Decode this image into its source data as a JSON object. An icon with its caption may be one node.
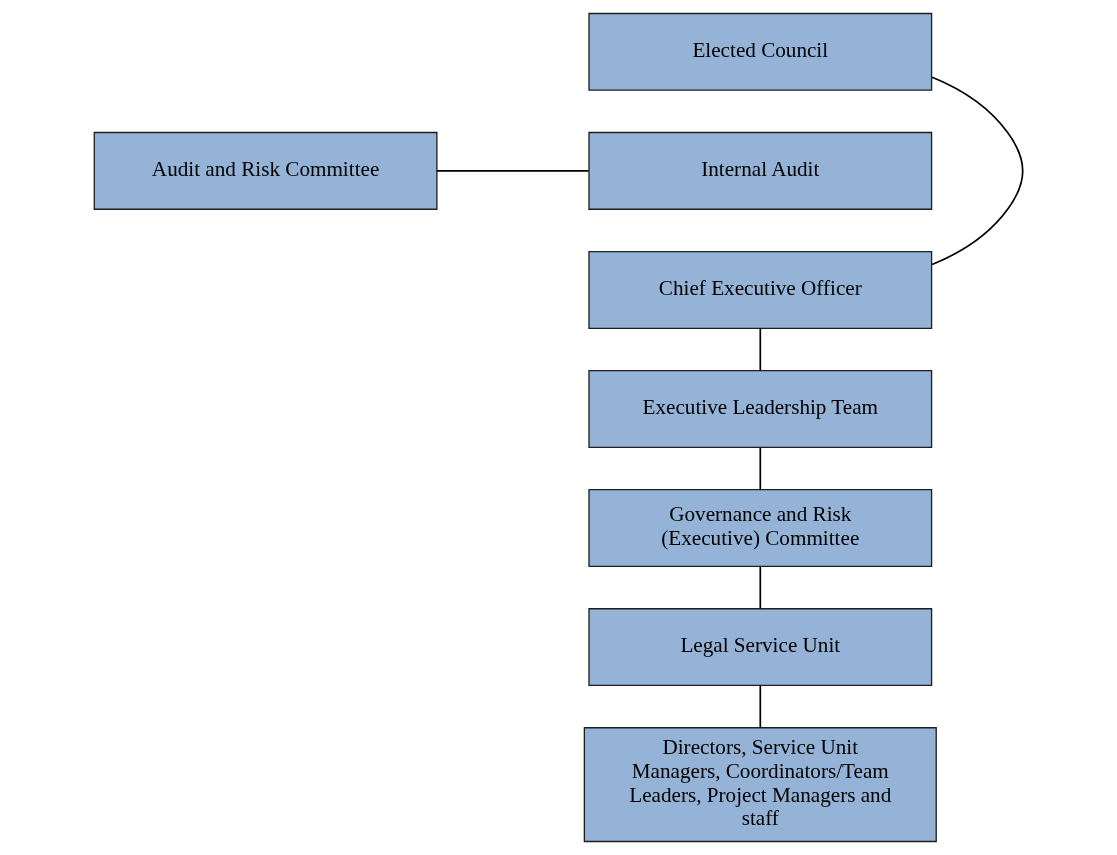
{
  "diagram": {
    "nodes": [
      {
        "text": [
          "Elected Council"
        ]
      },
      {
        "text": [
          "Audit and Risk Committee"
        ]
      },
      {
        "text": [
          "Internal Audit"
        ]
      },
      {
        "text": [
          "Chief Executive Officer"
        ]
      },
      {
        "text": [
          "Executive Leadership Team"
        ]
      },
      {
        "text": [
          "Governance and Risk (Executive) Committee"
        ]
      },
      {
        "text": [
          "Legal Service Unit"
        ]
      },
      {
        "text": [
          "Directors, Service Unit Managers, Coordinators/Team Leaders, Project Managers and staff"
        ]
      }
    ],
    "edges": [
      {
        "from": 0,
        "to": 3,
        "arrow": "none"
      },
      {
        "from": 1,
        "to": 2,
        "arrow": "none"
      },
      {
        "from": 3,
        "to": 4,
        "arrow": "none"
      },
      {
        "from": 4,
        "to": 5,
        "arrow": "none"
      },
      {
        "from": 5,
        "to": 6,
        "arrow": "none"
      },
      {
        "from": 6,
        "to": 7,
        "arrow": "none"
      }
    ]
  }
}
